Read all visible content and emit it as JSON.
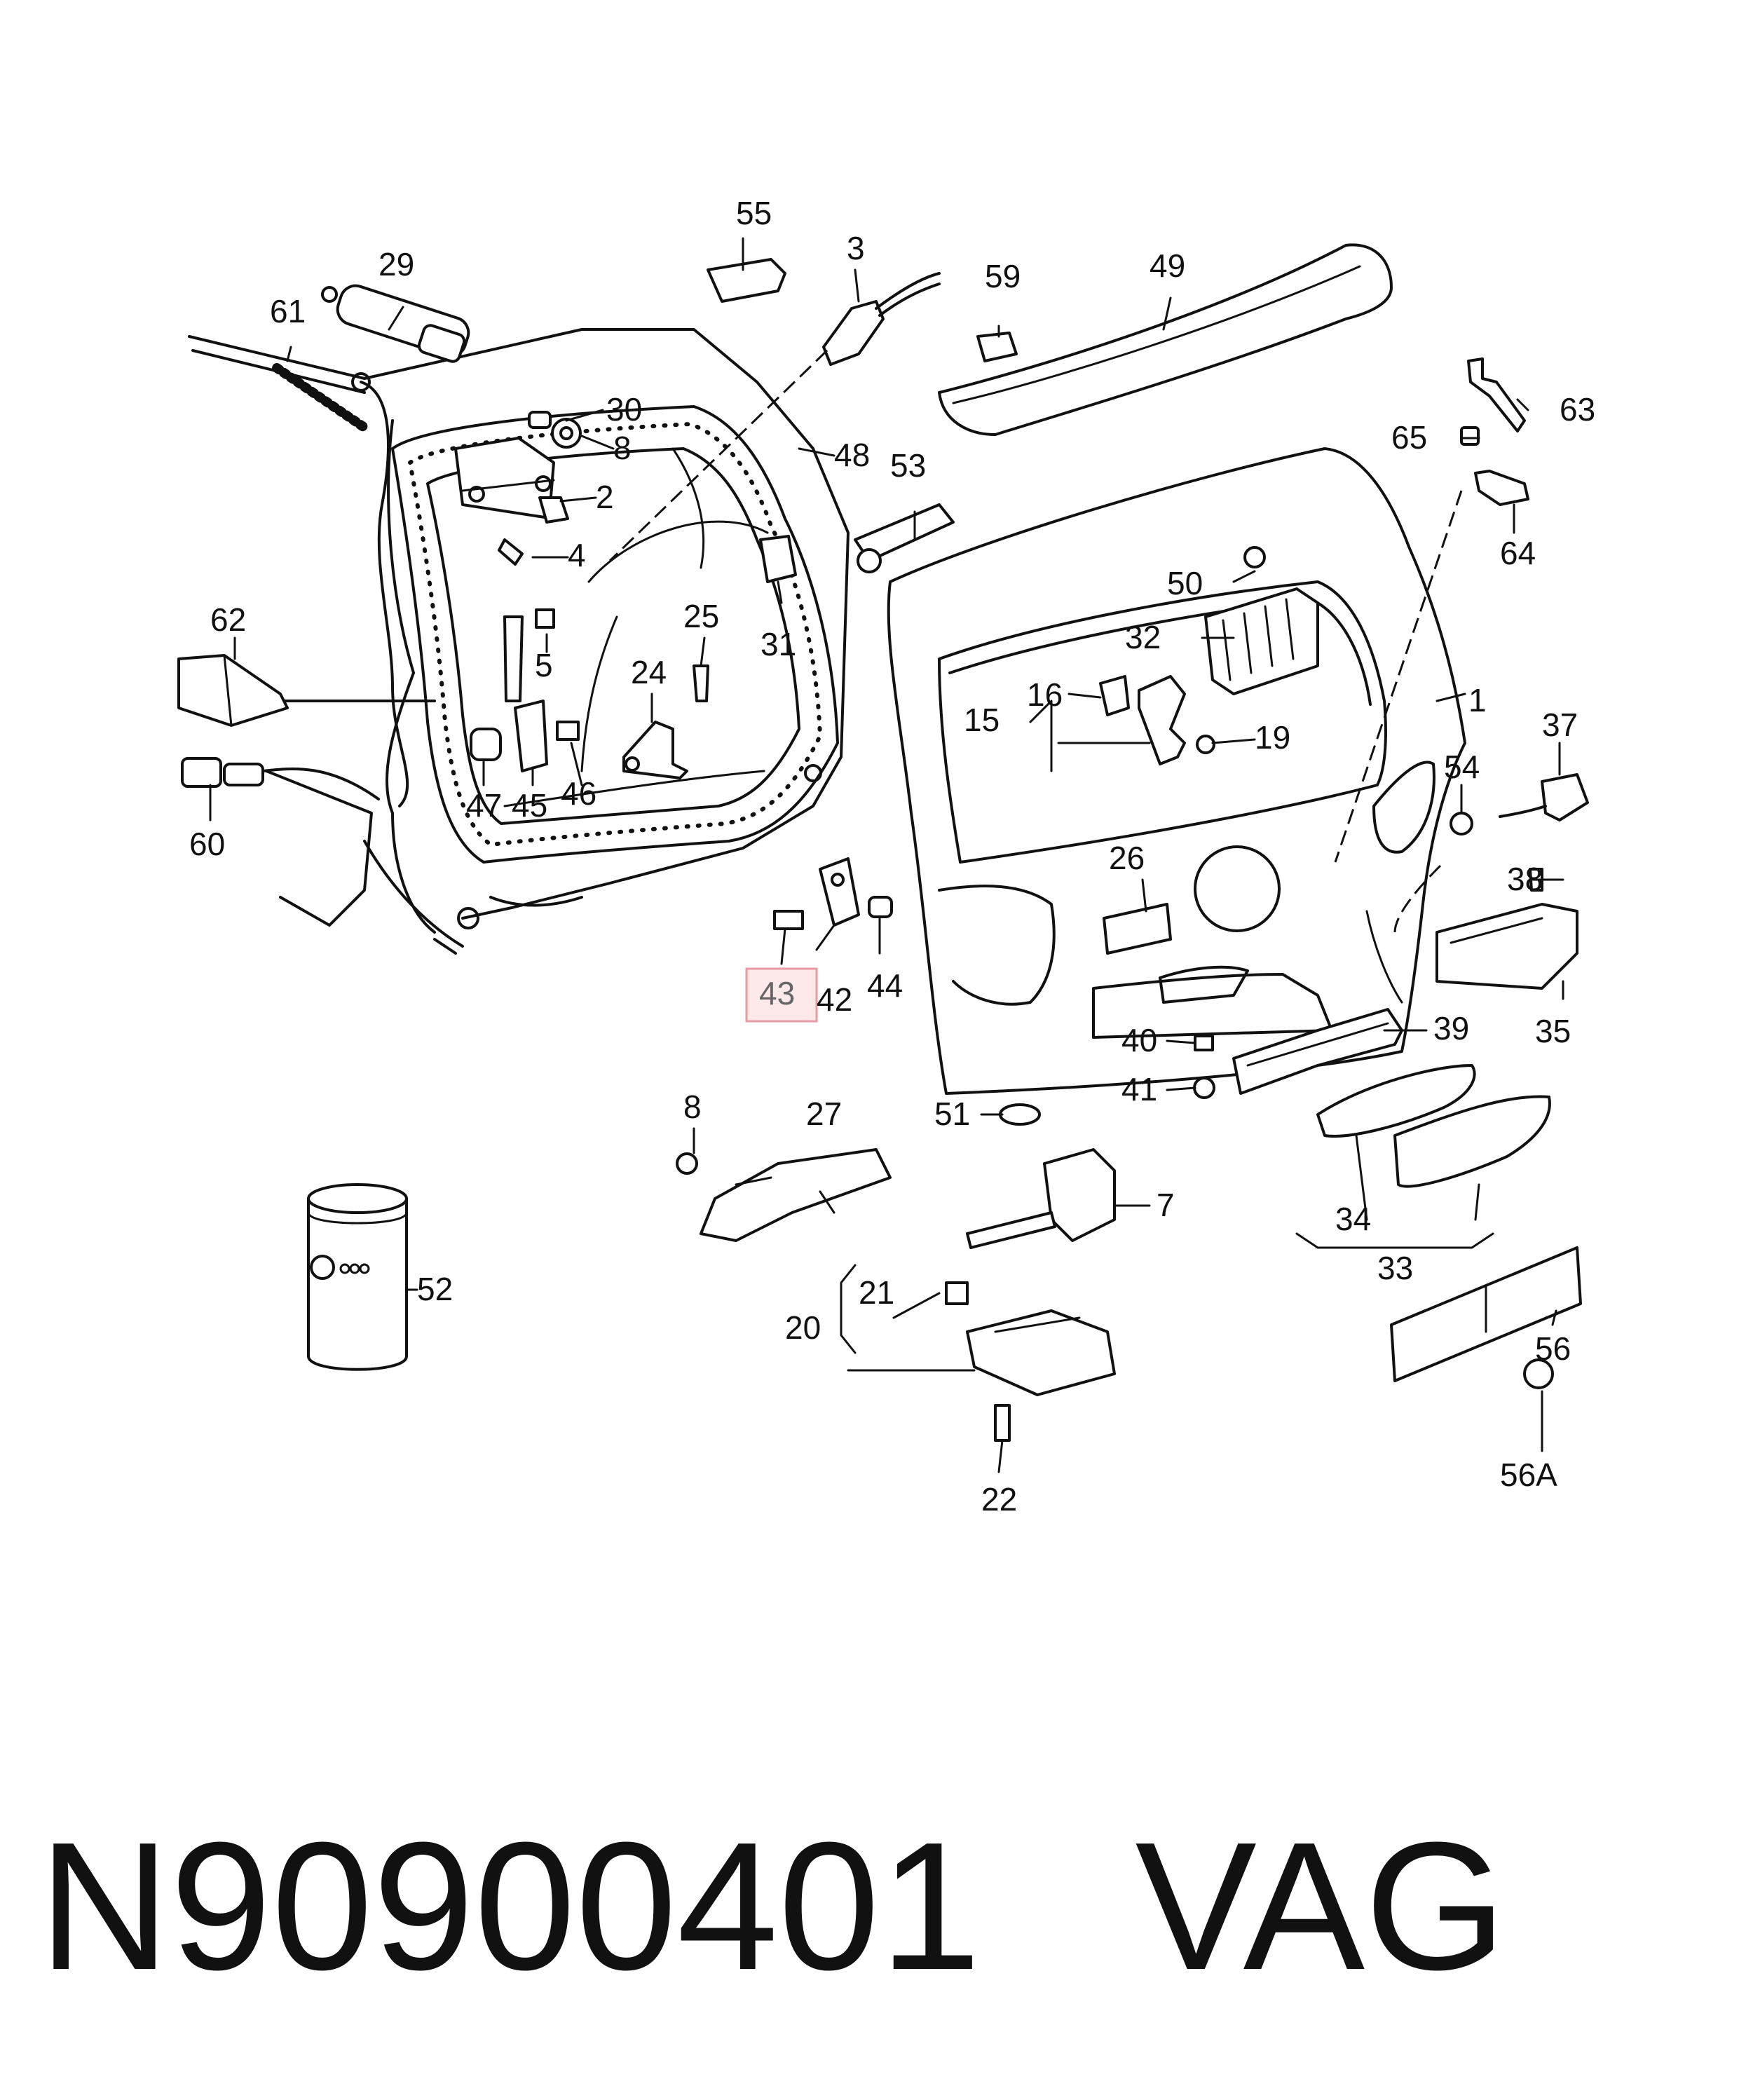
{
  "diagram": {
    "callouts": {
      "p1": "1",
      "p2": "2",
      "p3": "3",
      "p4": "4",
      "p5": "5",
      "p7": "7",
      "p8a": "8",
      "p8b": "8",
      "p15": "15",
      "p16": "16",
      "p19": "19",
      "p20": "20",
      "p21": "21",
      "p22": "22",
      "p24": "24",
      "p25": "25",
      "p26": "26",
      "p27": "27",
      "p29": "29",
      "p30": "30",
      "p31": "31",
      "p32": "32",
      "p33": "33",
      "p34": "34",
      "p35": "35",
      "p37": "37",
      "p38": "38",
      "p39": "39",
      "p40": "40",
      "p41": "41",
      "p42": "42",
      "p43": "43",
      "p44": "44",
      "p45": "45",
      "p46": "46",
      "p47": "47",
      "p48": "48",
      "p49": "49",
      "p50": "50",
      "p51": "51",
      "p52": "52",
      "p53": "53",
      "p54": "54",
      "p55": "55",
      "p56": "56",
      "p56a": "56A",
      "p59": "59",
      "p60": "60",
      "p61": "61",
      "p62": "62",
      "p63": "63",
      "p64": "64",
      "p65": "65"
    },
    "highlighted_callout": "43",
    "highlight_color": "#f4a0a8"
  },
  "footer": {
    "part_number": "N90900401",
    "brand": "VAG"
  }
}
